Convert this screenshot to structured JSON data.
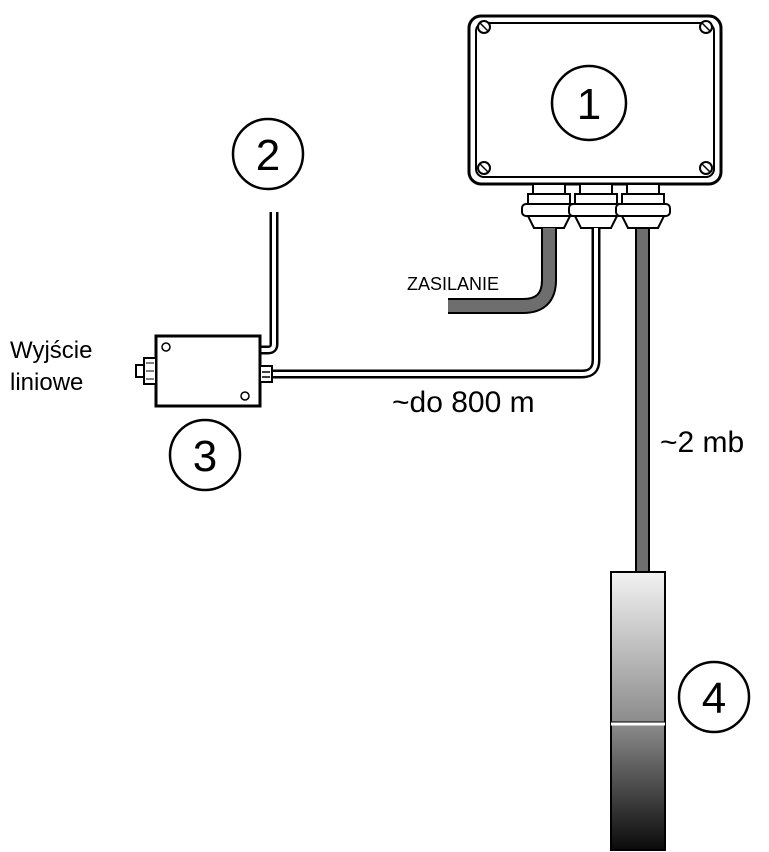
{
  "diagram": {
    "callouts": {
      "c1": "1",
      "c2": "2",
      "c3": "3",
      "c4": "4"
    },
    "labels": {
      "power": "ZASILANIE",
      "output_line1": "Wyjście",
      "output_line2": "liniowe",
      "distance": "~do 800 m",
      "depth": "~2 mb"
    },
    "colors": {
      "stroke": "#000000",
      "cable_gray": "#6e6e6e",
      "box_fill": "#ffffff"
    }
  }
}
